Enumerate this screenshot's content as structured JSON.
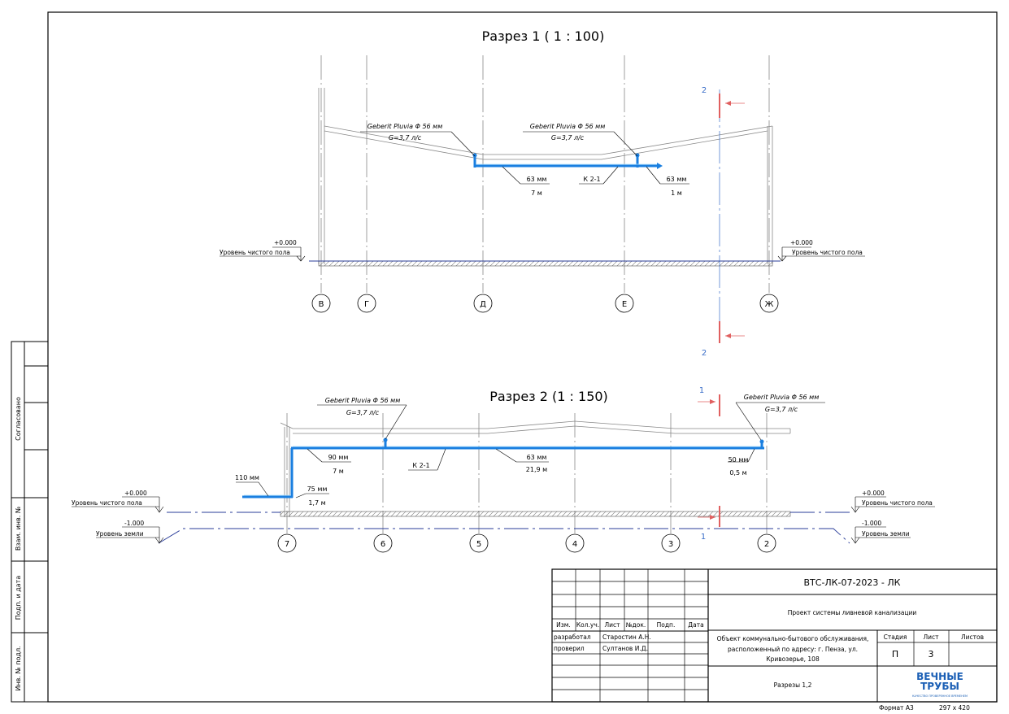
{
  "section1": {
    "title": "Разрез 1 ( 1 : 100)",
    "axes": [
      "В",
      "Г",
      "Д",
      "Е",
      "Ж"
    ],
    "pipe_labels": [
      {
        "line1": "Geberit Pluvia Φ 56 мм",
        "line2": "G=3,7 л/с"
      },
      {
        "line1": "Geberit Pluvia Φ 56 мм",
        "line2": "G=3,7 л/с"
      }
    ],
    "dims": [
      {
        "top": "63 мм",
        "bottom": "7 м"
      },
      {
        "top": "К 2-1",
        "bottom": ""
      },
      {
        "top": "63 мм",
        "bottom": "1 м"
      }
    ],
    "level_left": {
      "value": "+0.000",
      "label": "Уровень чистого пола"
    },
    "level_right": {
      "value": "+0.000",
      "label": "Уровень чистого пола"
    },
    "cut_mark": "2"
  },
  "section2": {
    "title": "Разрез 2 (1 : 150)",
    "axes": [
      "7",
      "6",
      "5",
      "4",
      "3",
      "2"
    ],
    "pipe_labels": [
      {
        "line1": "Geberit Pluvia Φ 56 мм",
        "line2": "G=3,7 л/с"
      },
      {
        "line1": "Geberit Pluvia Φ 56 мм",
        "line2": "G=3,7 л/с"
      }
    ],
    "dims": [
      {
        "top": "90 мм",
        "bottom": "7 м"
      },
      {
        "top": "К 2-1",
        "bottom": ""
      },
      {
        "top": "63 мм",
        "bottom": "21,9 м"
      },
      {
        "top": "50 мм",
        "bottom": "0,5 м"
      },
      {
        "top": "75 мм",
        "bottom": "1,7 м"
      },
      {
        "top": "110 мм",
        "bottom": ""
      }
    ],
    "levels_left": [
      {
        "value": "+0.000",
        "label": "Уровень чистого пола"
      },
      {
        "value": "-1.000",
        "label": "Уровень земли"
      }
    ],
    "levels_right": [
      {
        "value": "+0.000",
        "label": "Уровень чистого пола"
      },
      {
        "value": "-1.000",
        "label": "Уровень земли"
      }
    ],
    "cut_mark": "1"
  },
  "side_stamp": [
    "Согласовано",
    "Взам. инв. №",
    "Подп. и дата",
    "Инв. № подл."
  ],
  "title_block": {
    "code": "ВТС-ЛК-07-2023 - ЛК",
    "project": "Проект системы ливневой канализации",
    "object": [
      "Объект коммунально-бытового обслуживания,",
      "расположенный по адресу: г. Пенза, ул.",
      "Кривозерье, 108"
    ],
    "sheet_title": "Разрезы 1,2",
    "headers": [
      "Изм.",
      "Кол.уч.",
      "Лист",
      "№док.",
      "Подп.",
      "Дата"
    ],
    "rows": [
      {
        "role": "разработал",
        "name": "Старостин А.Н."
      },
      {
        "role": "проверил",
        "name": "Султанов И.Д."
      }
    ],
    "stage_headers": [
      "Стадия",
      "Лист",
      "Листов"
    ],
    "stage_values": [
      "П",
      "3",
      ""
    ],
    "logo": [
      "ВЕЧНЫЕ",
      "ТРУБЫ"
    ],
    "logo_tagline": "КАЧЕСТВО ПРОВЕРЕННОЕ ВРЕМЕНЕМ",
    "format": "Формат А3",
    "size": "297 х 420"
  }
}
